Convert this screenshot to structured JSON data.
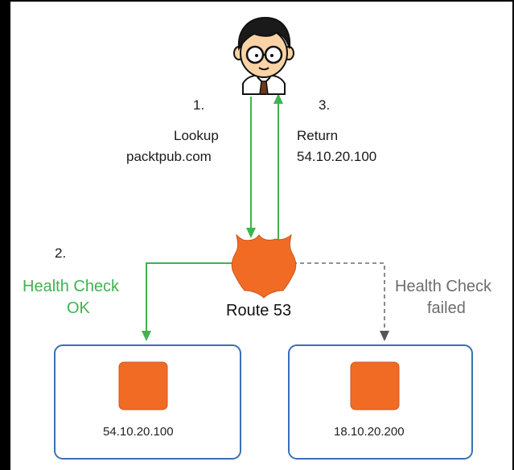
{
  "colors": {
    "green": "#3fb34f",
    "gray": "#6d6d6d",
    "orange": "#f26b25",
    "box_border": "#3b6fb5",
    "text": "#1a1a1a"
  },
  "steps": {
    "step1_number": "1.",
    "step1_line1": "Lookup",
    "step1_line2": "packtpub.com",
    "step2_number": "2.",
    "step3_number": "3.",
    "step3_line1": "Return",
    "step3_line2": "54.10.20.100"
  },
  "health": {
    "ok_line1": "Health Check",
    "ok_line2": "OK",
    "failed_line1": "Health Check",
    "failed_line2": "failed"
  },
  "route53": {
    "label": "Route 53"
  },
  "servers": [
    {
      "ip": "54.10.20.100"
    },
    {
      "ip": "18.10.20.200"
    }
  ],
  "icons": {
    "user": "user-avatar-icon",
    "route53": "route53-shield-icon",
    "server": "server-instance-icon"
  }
}
